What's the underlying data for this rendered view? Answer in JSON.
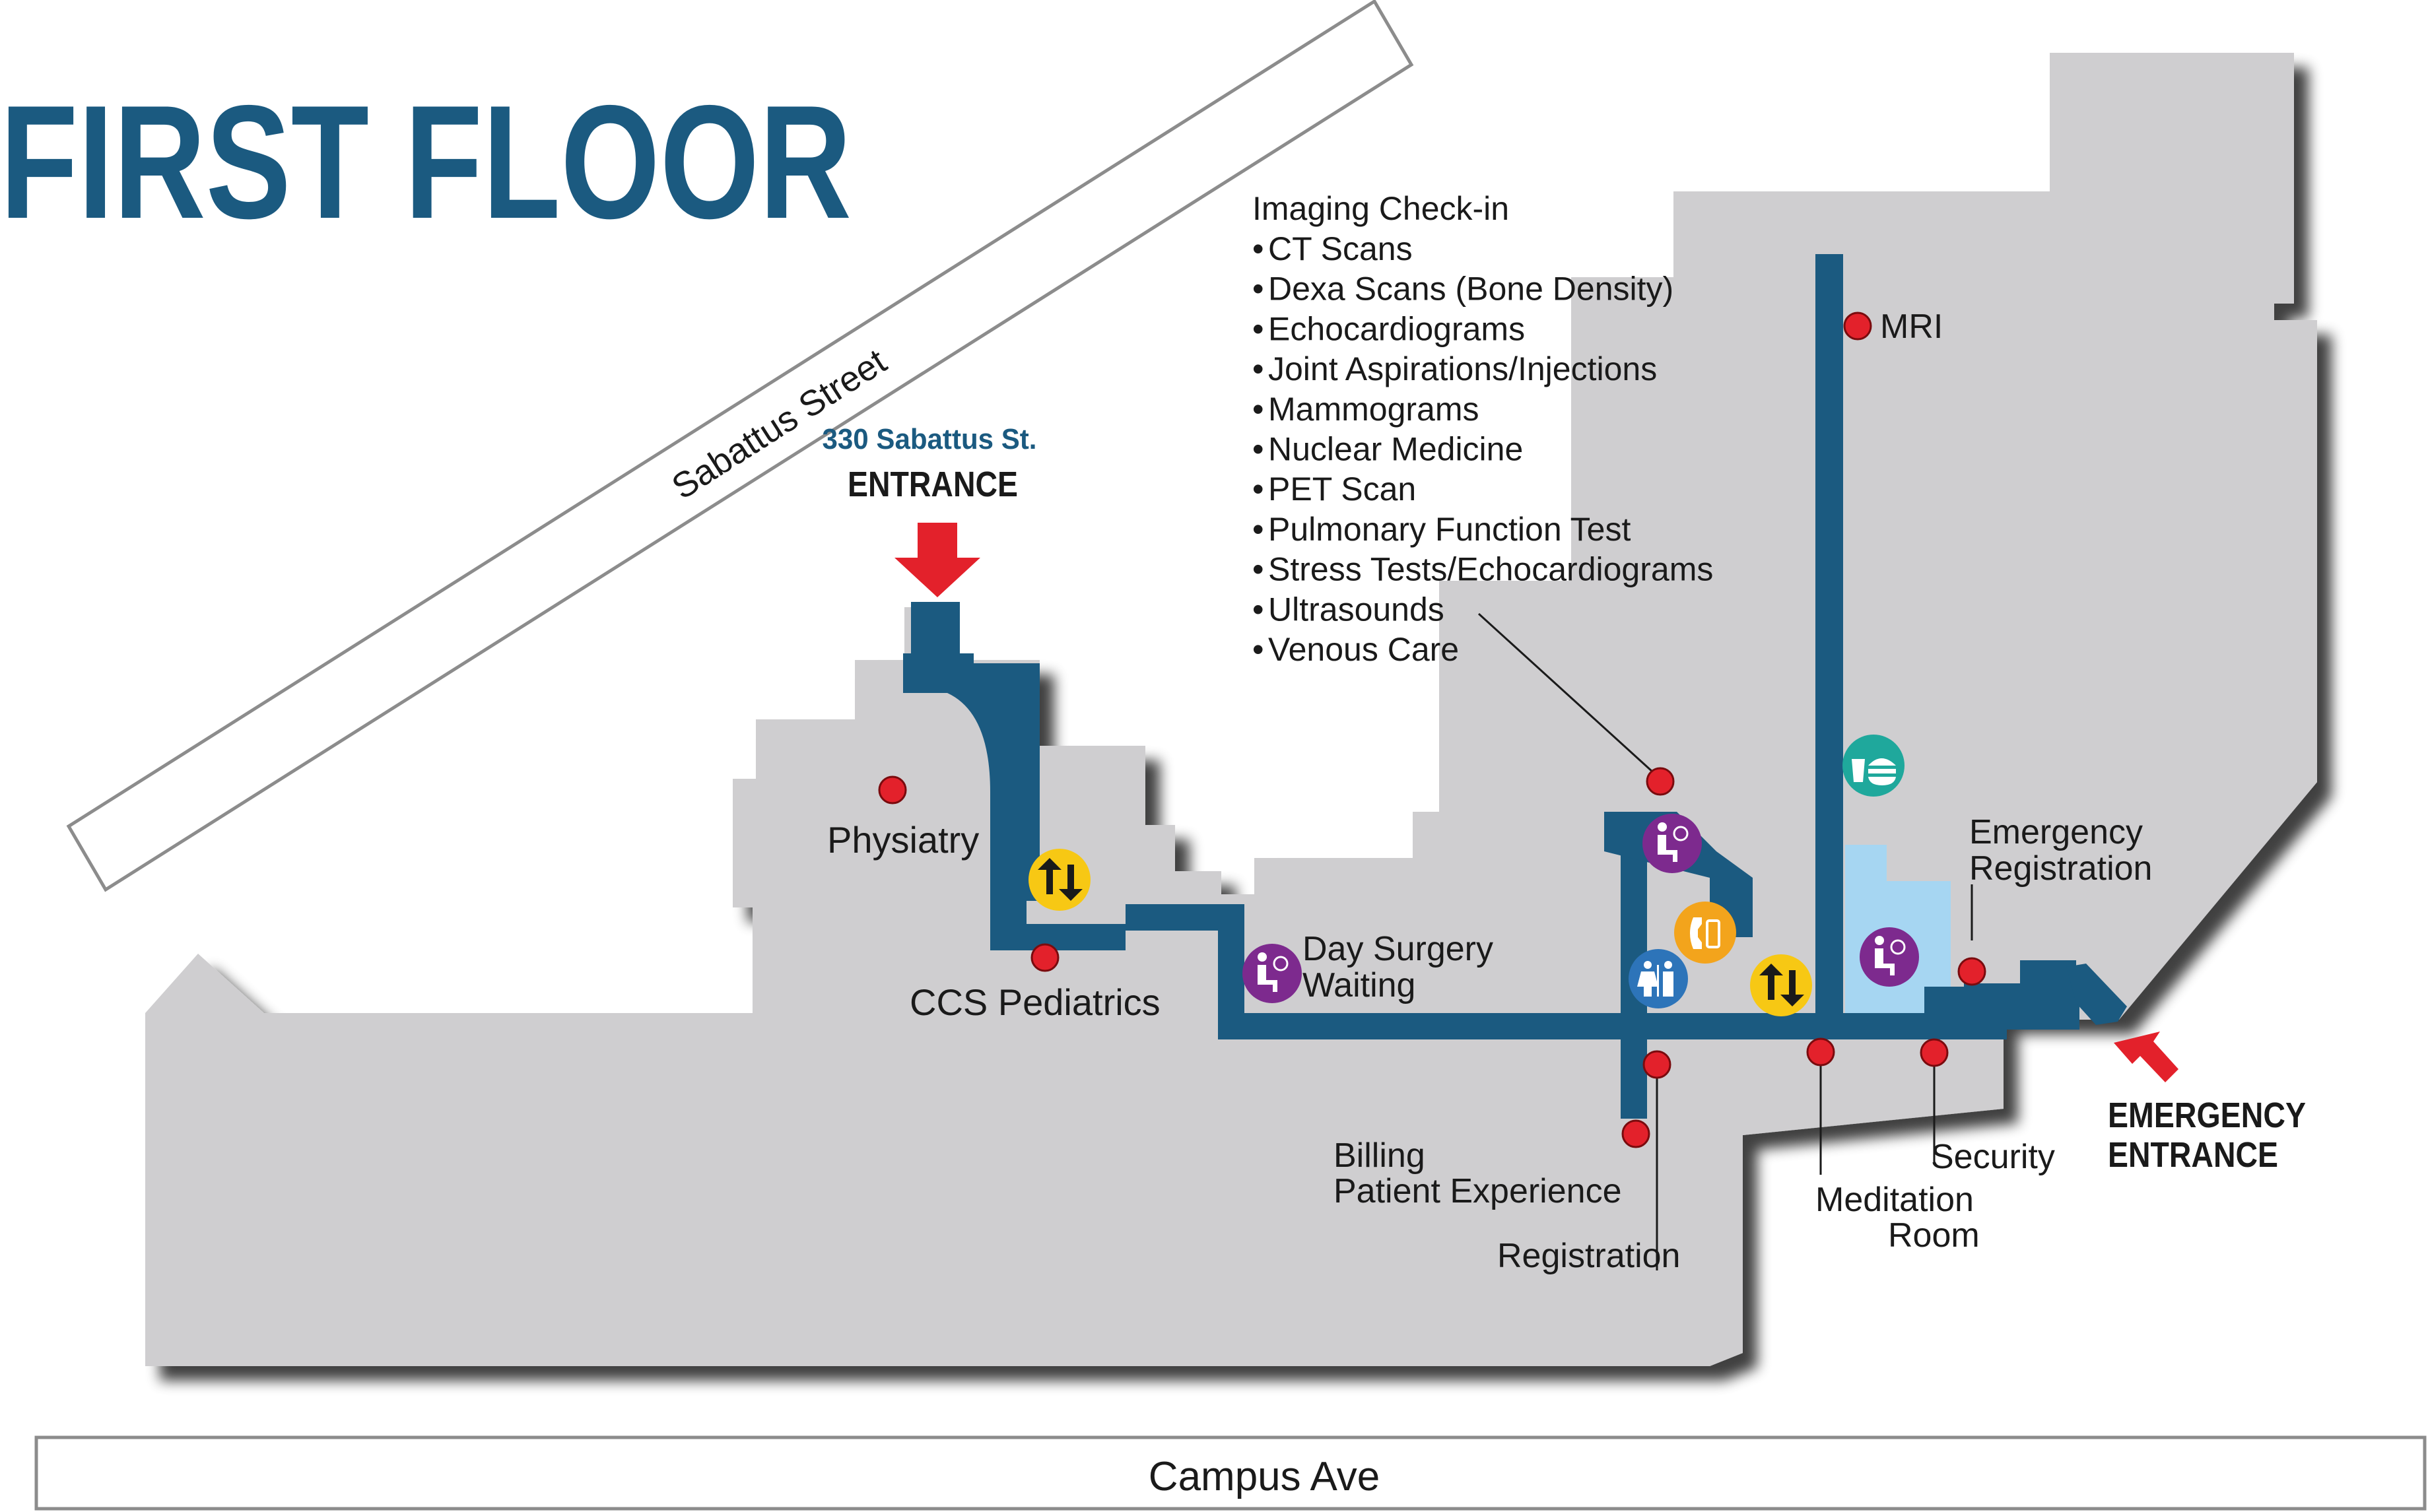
{
  "title": "FIRST FLOOR",
  "streets": {
    "sabattus": "Sabattus Street",
    "campus": "Campus Ave"
  },
  "main_entrance": {
    "address": "330 Sabattus St.",
    "label": "ENTRANCE"
  },
  "emergency_entrance": {
    "line1": "EMERGENCY",
    "line2": "ENTRANCE"
  },
  "imaging": {
    "heading": "Imaging Check-in",
    "bullet": "•",
    "items": [
      "CT Scans",
      "Dexa Scans (Bone Density)",
      "Echocardiograms",
      "Joint Aspirations/Injections",
      "Mammograms",
      "Nuclear Medicine",
      "PET Scan",
      "Pulmonary Function Test",
      "Stress Tests/Echocardiograms",
      "Ultrasounds",
      "Venous Care"
    ]
  },
  "locations": {
    "mri": "MRI",
    "physiatry": "Physiatry",
    "ccs_pediatrics": "CCS Pediatrics",
    "day_surgery_1": "Day Surgery",
    "day_surgery_2": "Waiting",
    "billing_1": "Billing",
    "billing_2": "Patient Experience",
    "registration": "Registration",
    "meditation_1": "Meditation",
    "meditation_2": "Room",
    "security": "Security",
    "emergency_reg_1": "Emergency",
    "emergency_reg_2": "Registration"
  },
  "icons": [
    "elevator-icon",
    "waiting-room-icon",
    "restroom-icon",
    "phone-icon",
    "cafe-icon"
  ],
  "colors": {
    "title_blue": "#1b5a80",
    "corridor": "#1b5a80",
    "building": "#cfced0",
    "marker_red": "#e3212b",
    "arrow_red": "#e3212b",
    "elevator_yellow": "#f7c814",
    "waiting_purple": "#7d2a8e",
    "restroom_blue": "#2d74b9",
    "phone_orange": "#f3a41c",
    "cafe_teal": "#1fa89c",
    "waiting_area_light": "#a6d6f2"
  }
}
